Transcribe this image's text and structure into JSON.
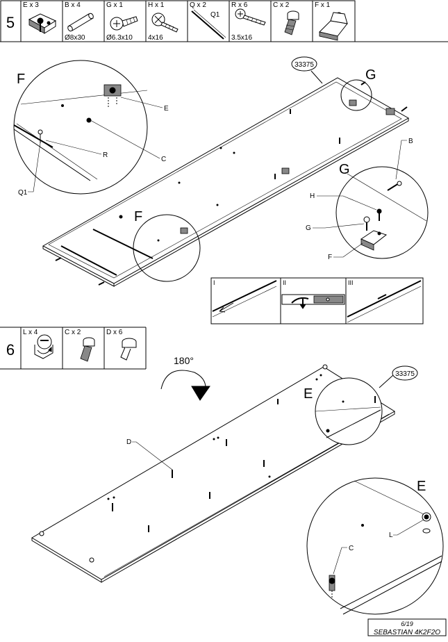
{
  "step5": {
    "number": "5",
    "parts": [
      {
        "qty": "E x 3",
        "size": "",
        "icon": "cam-lock-bracket-icon"
      },
      {
        "qty": "B x 4",
        "size": "Ø8x30",
        "icon": "wooden-dowel-icon"
      },
      {
        "qty": "G x 1",
        "size": "Ø6.3x10",
        "icon": "flat-head-screw-icon"
      },
      {
        "qty": "H x 1",
        "size": "4x16",
        "icon": "pan-head-screw-icon"
      },
      {
        "qty": "Q x 2",
        "size": "",
        "icon": "drawer-runner-rail-icon",
        "sublabel": "Q1"
      },
      {
        "qty": "R x 6",
        "size": "3.5x16",
        "icon": "wood-screw-icon"
      },
      {
        "qty": "C x 2",
        "size": "",
        "icon": "connector-bolt-icon"
      },
      {
        "qty": "F x 1",
        "size": "",
        "icon": "angle-bracket-icon"
      }
    ]
  },
  "step6": {
    "number": "6",
    "parts": [
      {
        "qty": "L x 4",
        "size": "",
        "icon": "cam-lock-icon"
      },
      {
        "qty": "C x 2",
        "size": "",
        "icon": "connector-bolt-icon"
      },
      {
        "qty": "D x 6",
        "size": "",
        "icon": "shelf-pin-icon"
      }
    ],
    "rotation": "180°"
  },
  "labels": {
    "panel_code": "33375",
    "panel_code_2": "33375",
    "detail_f": "F",
    "detail_f_small": "F",
    "detail_g": "G",
    "detail_g_big": "G",
    "detail_e": "E",
    "detail_e_big": "E",
    "callout_e": "E",
    "callout_r": "R",
    "callout_c": "C",
    "callout_q1": "Q1",
    "callout_b": "B",
    "callout_h": "H",
    "callout_g": "G",
    "callout_f": "F",
    "callout_d": "D",
    "callout_l": "L",
    "callout_c2": "C"
  },
  "substeps": [
    "I",
    "II",
    "III"
  ],
  "footer": {
    "page": "6/19",
    "product": "SEBASTIAN 4K2F2O"
  }
}
